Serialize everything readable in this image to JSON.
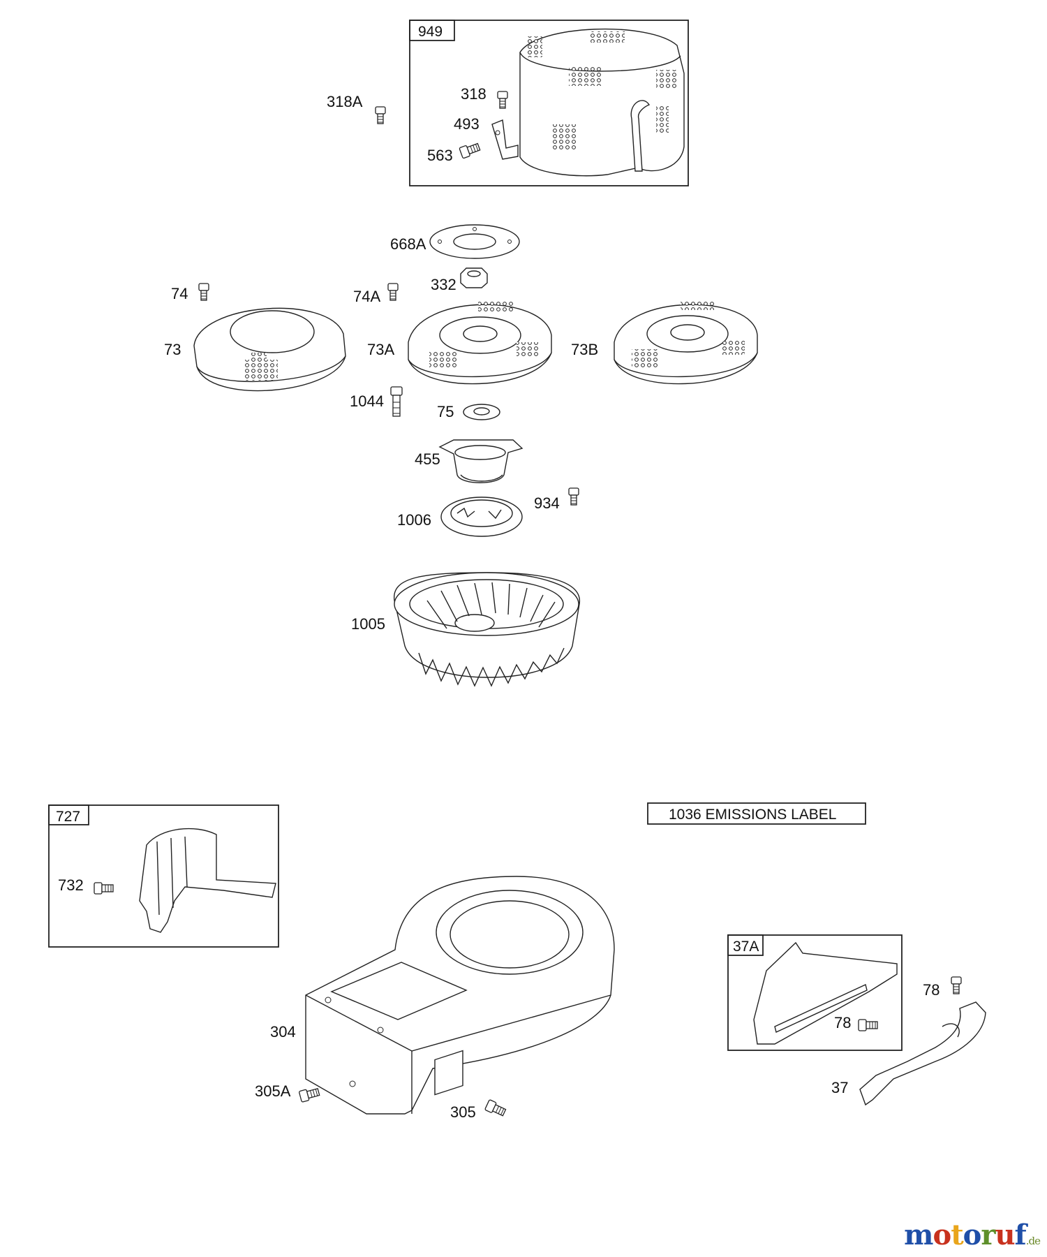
{
  "boxes": {
    "b949": "949",
    "b727": "727",
    "b37a": "37A",
    "emissions": "1036 EMISSIONS LABEL"
  },
  "labels": {
    "l318a": "318A",
    "l318": "318",
    "l493": "493",
    "l563": "563",
    "l668a": "668A",
    "l74": "74",
    "l74a": "74A",
    "l332": "332",
    "l73": "73",
    "l73a": "73A",
    "l73b": "73B",
    "l1044": "1044",
    "l75": "75",
    "l455": "455",
    "l934": "934",
    "l1006": "1006",
    "l1005": "1005",
    "l732": "732",
    "l304": "304",
    "l305a": "305A",
    "l305": "305",
    "l78a": "78",
    "l78b": "78",
    "l37": "37"
  },
  "watermark": {
    "text": "motoruf",
    "suffix": ".de",
    "colors": [
      "#1f4fa8",
      "#c8321e",
      "#e9a51b",
      "#1f4fa8",
      "#5d8f2a",
      "#c8321e",
      "#1f4fa8"
    ]
  }
}
